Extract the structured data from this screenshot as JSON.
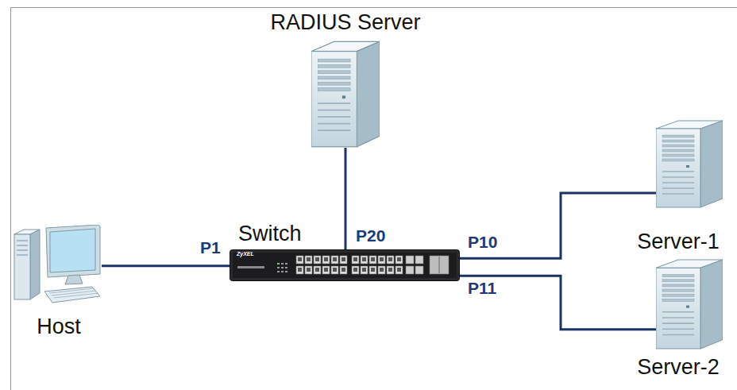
{
  "diagram": {
    "nodes": [
      {
        "text": [
          "RADIUS Server"
        ]
      },
      {
        "text": [
          "Host"
        ]
      },
      {
        "text": [
          "Switch"
        ]
      },
      {
        "text": [
          "Server-1"
        ]
      },
      {
        "text": [
          "Server-2"
        ]
      }
    ],
    "edges": [
      {
        "from": 1,
        "to": 2,
        "arrow": "none",
        "label": "P1"
      },
      {
        "from": 0,
        "to": 2,
        "arrow": "none",
        "label": "P20"
      },
      {
        "from": 2,
        "to": 3,
        "arrow": "none",
        "label": "P10"
      },
      {
        "from": 2,
        "to": 4,
        "arrow": "none",
        "label": "P11"
      }
    ],
    "labels": [
      "ZyXEL"
    ]
  }
}
